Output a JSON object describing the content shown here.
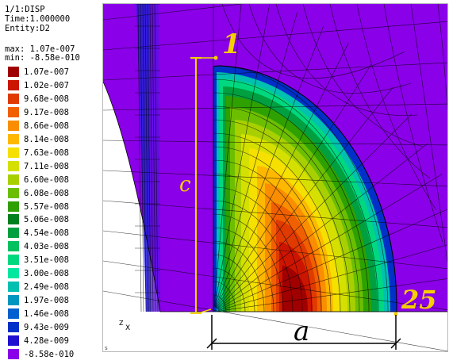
{
  "header": {
    "line1": "1/1:DISP",
    "line2": "Time:1.000000",
    "line3": "Entity:D2",
    "max_label": "max: 1.07e-007",
    "min_label": "min: -8.58e-010"
  },
  "legend": {
    "entries": [
      {
        "label": "1.07e-007",
        "color": "#a00000"
      },
      {
        "label": "1.02e-007",
        "color": "#cc1500"
      },
      {
        "label": "9.68e-008",
        "color": "#e03a00"
      },
      {
        "label": "9.17e-008",
        "color": "#f06000"
      },
      {
        "label": "8.66e-008",
        "color": "#fa8e00"
      },
      {
        "label": "8.14e-008",
        "color": "#ffb800"
      },
      {
        "label": "7.63e-008",
        "color": "#f5e000"
      },
      {
        "label": "7.11e-008",
        "color": "#d6e000"
      },
      {
        "label": "6.60e-008",
        "color": "#a8d000"
      },
      {
        "label": "6.08e-008",
        "color": "#6cbf00"
      },
      {
        "label": "5.57e-008",
        "color": "#2ea000"
      },
      {
        "label": "5.06e-008",
        "color": "#00801f"
      },
      {
        "label": "4.54e-008",
        "color": "#00a040"
      },
      {
        "label": "4.03e-008",
        "color": "#00c060"
      },
      {
        "label": "3.51e-008",
        "color": "#00d880"
      },
      {
        "label": "3.00e-008",
        "color": "#00e8a0"
      },
      {
        "label": "2.49e-008",
        "color": "#00c0b0"
      },
      {
        "label": "1.97e-008",
        "color": "#0096c0"
      },
      {
        "label": "1.46e-008",
        "color": "#0060d0"
      },
      {
        "label": "9.43e-009",
        "color": "#0030c8"
      },
      {
        "label": "4.28e-009",
        "color": "#2010d0"
      },
      {
        "label": "-8.58e-010",
        "color": "#8a00e8"
      }
    ]
  },
  "annotations": {
    "point_top": "1",
    "point_right": "25",
    "dim_height": "c",
    "dim_width": "a"
  },
  "triad": {
    "z": "Z",
    "x": "X"
  },
  "corner_mark": "s",
  "colors": {
    "background_mesh": "#8a00e8",
    "annotation": "#f5d000"
  }
}
